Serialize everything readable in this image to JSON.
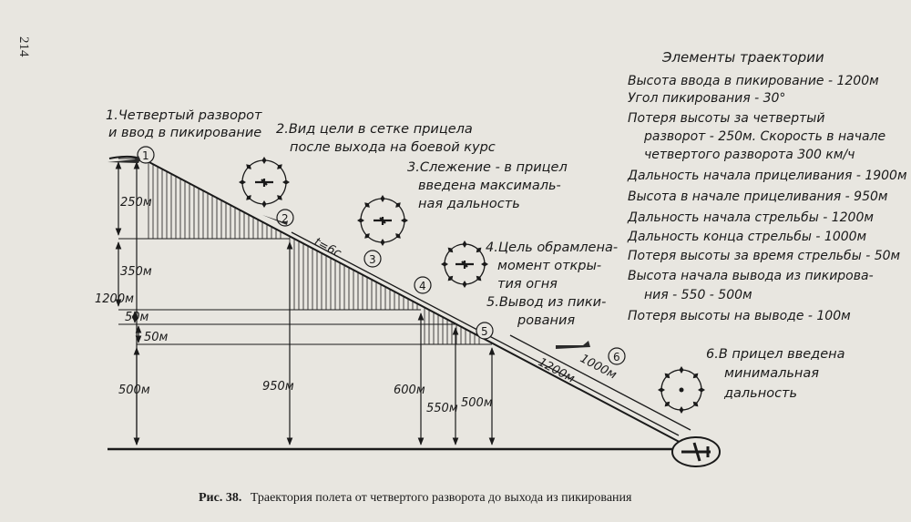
{
  "page_number": "214",
  "steps": [
    {
      "num": "1",
      "lines": [
        "1.Четвертый разворот",
        "и ввод в пикирование"
      ]
    },
    {
      "num": "2",
      "lines": [
        "2.Вид цели в сетке прицела",
        "после выхода на боевой курс"
      ]
    },
    {
      "num": "3",
      "lines": [
        "3.Слежение - в прицел",
        "введена максималь-",
        "ная дальность"
      ]
    },
    {
      "num": "4",
      "lines": [
        "4.Цель обрамлена-",
        "момент откры-",
        "тия огня"
      ]
    },
    {
      "num": "5",
      "lines": [
        "5.Вывод из пики-",
        "рования"
      ]
    },
    {
      "num": "6",
      "lines": [
        "6.В прицел введена",
        "минимальная",
        "дальность"
      ]
    }
  ],
  "elements": {
    "title": "Элементы траектории",
    "lines": [
      "Высота ввода в пикирование - 1200м",
      "Угол пикирования - 30°",
      "Потеря высоты за четвертый",
      "разворот - 250м. Скорость в начале",
      "четвертого разворота 300 км/ч",
      "Дальность начала прицеливания - 1900м",
      "Высота в начале прицеливания - 950м",
      "Дальность начала стрельбы - 1200м",
      "Дальность конца стрельбы - 1000м",
      "Потеря высоты за время стрельбы - 50м",
      "Высота начала вывода из пикирова-",
      "ния - 550 - 500м",
      "Потеря высоты на выводе - 100м"
    ]
  },
  "altitudes": {
    "a250": "250м",
    "a350": "350м",
    "a1200": "1200м",
    "a50a": "50м",
    "a50b": "50м",
    "a500": "500м",
    "a950": "950м",
    "a600": "600м",
    "a550": "550м",
    "a500b": "500м"
  },
  "path_labels": {
    "t": "t=6с",
    "d1200": "1200м",
    "d1000": "1000м"
  },
  "caption": {
    "prefix": "Рис. 38.",
    "text": "Траектория полета от четвертого разворота до выхода из пикирования"
  }
}
